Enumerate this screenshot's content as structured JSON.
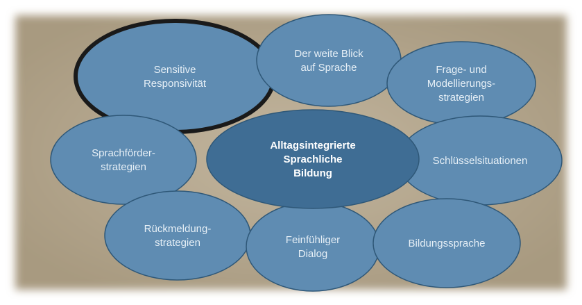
{
  "diagram": {
    "center": {
      "lines": [
        "Alltagsintegrierte",
        "Sprachliche",
        "Bildung"
      ],
      "fill": "#3f6d94"
    },
    "nodes": [
      {
        "id": "sensitive",
        "lines": [
          "Sensitive",
          "Responsivität"
        ],
        "fill": "#5f8cb2",
        "highlighted": true
      },
      {
        "id": "blick",
        "lines": [
          "Der weite Blick",
          "auf Sprache"
        ],
        "fill": "#5f8cb2"
      },
      {
        "id": "frage",
        "lines": [
          "Frage- und",
          "Modellierungs-",
          "strategien"
        ],
        "fill": "#5f8cb2"
      },
      {
        "id": "sprachfoerder",
        "lines": [
          "Sprachförder-",
          "strategien"
        ],
        "fill": "#5f8cb2"
      },
      {
        "id": "schluessel",
        "lines": [
          "Schlüsselsituationen"
        ],
        "fill": "#5f8cb2"
      },
      {
        "id": "rueckmeldung",
        "lines": [
          "Rückmeldung-",
          "strategien"
        ],
        "fill": "#5f8cb2"
      },
      {
        "id": "feinfuehlig",
        "lines": [
          "Feinfühliger",
          "Dialog"
        ],
        "fill": "#5f8cb2"
      },
      {
        "id": "bildungssprache",
        "lines": [
          "Bildungssprache"
        ],
        "fill": "#5f8cb2"
      }
    ],
    "colors": {
      "background": "#b9ab92",
      "outline": "#1a1a1a",
      "node_stroke": "#2f5878"
    }
  }
}
